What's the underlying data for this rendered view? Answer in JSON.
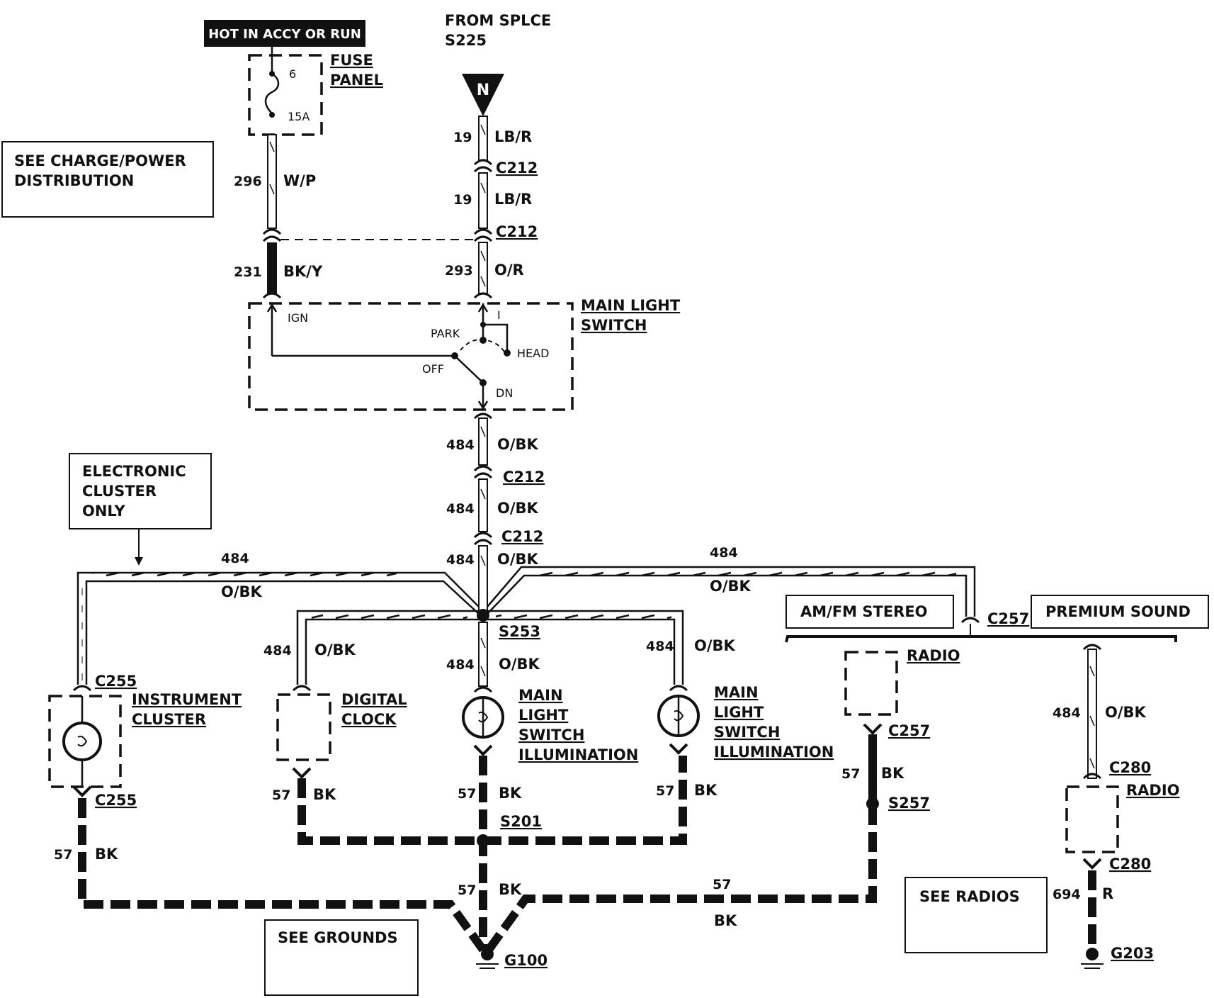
{
  "top": {
    "hot_label": "HOT IN ACCY OR RUN",
    "fuse_label_1": "FUSE",
    "fuse_label_2": "PANEL",
    "fuse_number": "6",
    "fuse_rating": "15A",
    "from_splice_1": "FROM SPLCE",
    "from_splice_2": "S225",
    "splice_letter": "N"
  },
  "notes": {
    "charge_power_1": "SEE CHARGE/POWER",
    "charge_power_2": "DISTRIBUTION",
    "electronic_1": "ELECTRONIC",
    "electronic_2": "CLUSTER",
    "electronic_3": "ONLY",
    "grounds": "SEE GROUNDS",
    "radios": "SEE RADIOS",
    "am_fm": "AM/FM STEREO",
    "premium": "PREMIUM SOUND"
  },
  "wires": {
    "w19": "19",
    "lbr": "LB/R",
    "w296": "296",
    "wp": "W/P",
    "w231": "231",
    "bky": "BK/Y",
    "w293": "293",
    "or": "O/R",
    "w484": "484",
    "obk": "O/BK",
    "w57": "57",
    "bk": "BK",
    "w694": "694",
    "r": "R"
  },
  "connectors": {
    "c212": "C212",
    "c255": "C255",
    "c257": "C257",
    "c280": "C280",
    "s253": "S253",
    "s201": "S201",
    "s257": "S257",
    "g100": "G100",
    "g203": "G203"
  },
  "switch": {
    "title_1": "MAIN LIGHT",
    "title_2": "SWITCH",
    "ign": "IGN",
    "i": "I",
    "park": "PARK",
    "head": "HEAD",
    "off": "OFF",
    "dn": "DN"
  },
  "components": {
    "instrument_1": "INSTRUMENT",
    "instrument_2": "CLUSTER",
    "digital_1": "DIGITAL",
    "digital_2": "CLOCK",
    "mlsi_1": "MAIN",
    "mlsi_2": "LIGHT",
    "mlsi_3": "SWITCH",
    "mlsi_4": "ILLUMINATION",
    "radio": "RADIO"
  }
}
